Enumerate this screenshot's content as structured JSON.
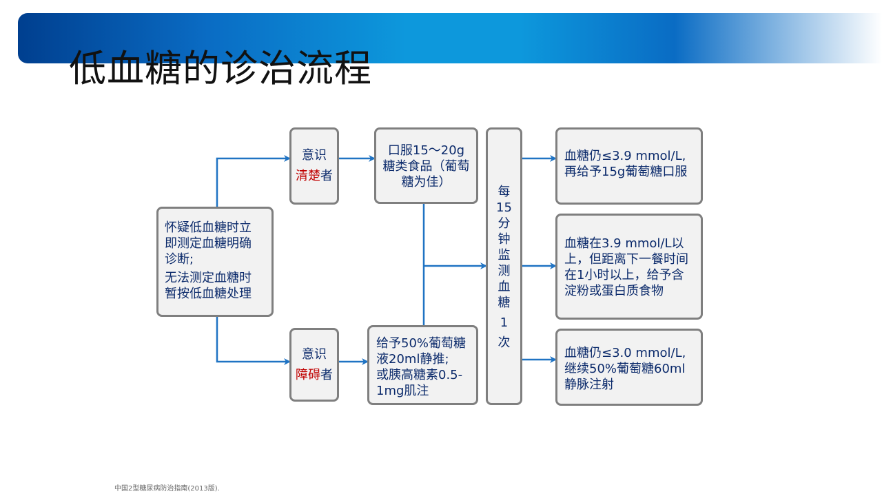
{
  "title": "低血糖的诊治流程",
  "nodes": {
    "suspect": {
      "line1": "怀疑低血糖时立",
      "line2": "即测定血糖明确",
      "line3": "诊断;",
      "line4": "无法测定血糖时",
      "line5": "暂按低血糖处理"
    },
    "conscious": {
      "line1": "意识",
      "highlight": "清楚",
      "suffix": "者"
    },
    "impaired": {
      "line1": "意识",
      "highlight": "障碍",
      "suffix": "者"
    },
    "oral": {
      "line1": "口服15～20g",
      "line2": "糖类食品（葡萄",
      "line3": "糖为佳）"
    },
    "iv": {
      "line1": "给予50%葡萄糖",
      "line2": "液20ml静推;",
      "line3": "或胰高糖素0.5-",
      "line4": "1mg肌注"
    },
    "monitor": {
      "chars": [
        "每",
        "15",
        "分",
        "钟",
        "监",
        "测",
        "血",
        "糖",
        "1",
        "次"
      ]
    },
    "result1": {
      "line1": "血糖仍≤3.9 mmol/L,",
      "line2": "再给予15g葡萄糖口服"
    },
    "result2": {
      "line1": "血糖在3.9 mmol/L以",
      "line2": "上，但距离下一餐时间",
      "line3": "在1小时以上，给予含",
      "line4": "淀粉或蛋白质食物"
    },
    "result3": {
      "line1": "血糖仍≤3.0 mmol/L,",
      "line2": "继续50%葡萄糖60ml",
      "line3": "静脉注射"
    }
  },
  "footer": "中国2型糖尿病防治指南(2013版).",
  "colors": {
    "arrow": "#1f73c3",
    "border": "#7f7f7f",
    "text": "#0b2a6b",
    "highlight": "#c00000",
    "box_fill": "#f2f2f2"
  }
}
